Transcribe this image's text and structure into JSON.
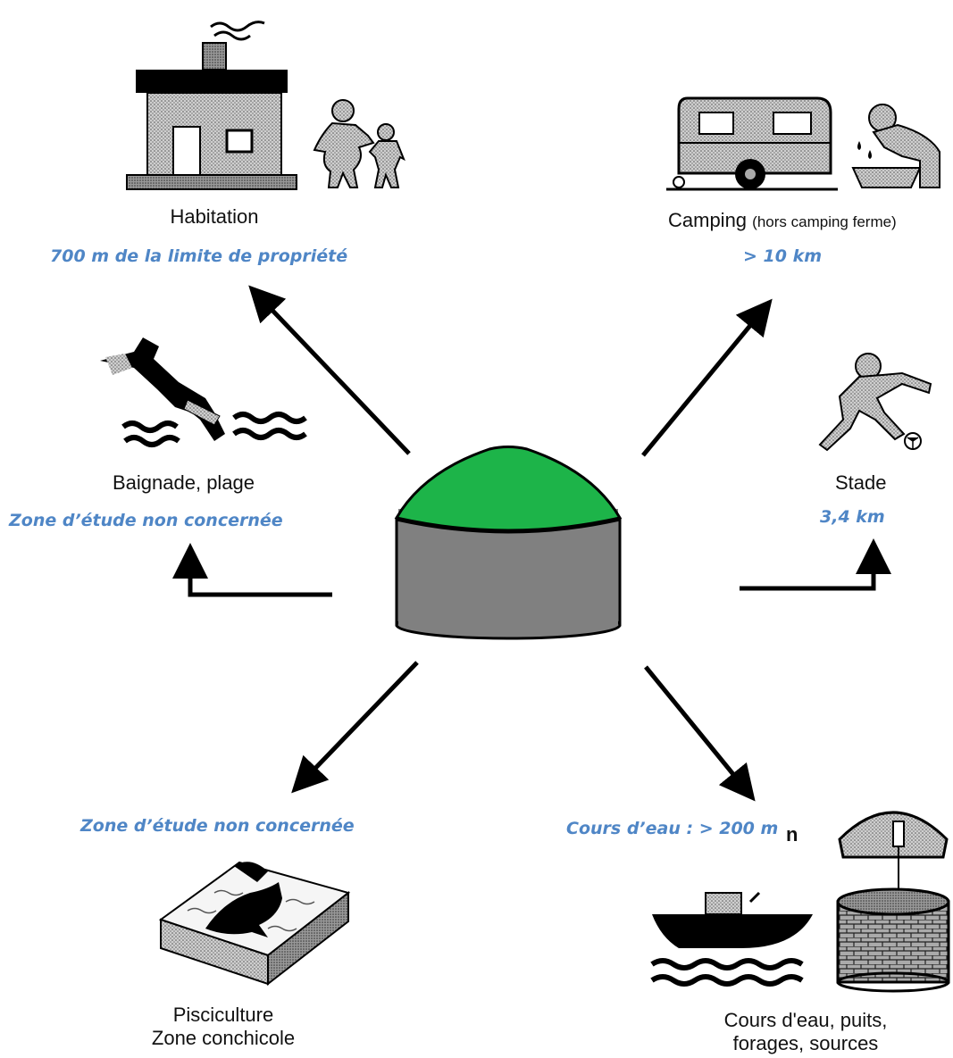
{
  "habitation": {
    "label": "Habitation",
    "distance": "700 m de la limite de propriété"
  },
  "camping": {
    "label": "Camping",
    "note": "(hors camping ferme)",
    "distance": "> 10 km"
  },
  "baignade": {
    "label": "Baignade, plage",
    "distance": "Zone d’étude non concernée"
  },
  "stade": {
    "label": "Stade",
    "distance": "3,4 km"
  },
  "pisciculture": {
    "label_line1": "Pisciculture",
    "label_line2": "Zone conchicole",
    "distance": "Zone d’étude non concernée"
  },
  "cours": {
    "label_line1": "Cours d'eau, puits,",
    "label_line2": "forages, sources",
    "distance": "Cours d’eau : > 200 m",
    "stray_char": "n"
  },
  "colors": {
    "digester_top": "#1db449",
    "digester_body": "#808080",
    "distance_text": "#4f86c6"
  }
}
